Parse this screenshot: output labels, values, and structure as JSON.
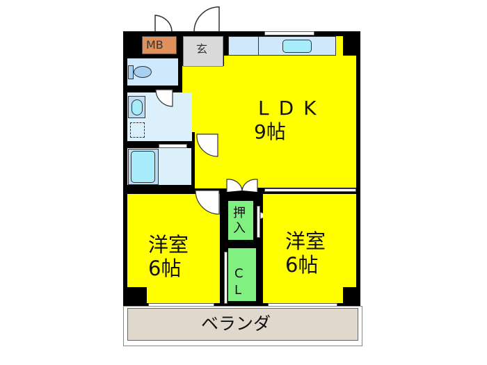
{
  "floor_plan": {
    "rooms": {
      "mb": {
        "label": "MB",
        "color": "#e0905a"
      },
      "entrance": {
        "label": "玄",
        "color": "#d9d9d9"
      },
      "ldk": {
        "label": "LDK",
        "area": "9帖",
        "color": "#ffff00"
      },
      "western_room_left": {
        "label": "洋室",
        "area": "6帖",
        "color": "#ffff00"
      },
      "western_room_right": {
        "label": "洋室",
        "area": "6帖",
        "color": "#ffff00"
      },
      "oshiire": {
        "label": "押\n入",
        "color": "#80f080"
      },
      "closet": {
        "label": "C\nL",
        "color": "#80f080"
      },
      "veranda": {
        "label": "ベランダ",
        "color": "#e0d8cc"
      },
      "toilet": {
        "color": "#cfe8fb"
      },
      "washroom": {
        "color": "#dcf0fc"
      },
      "bathroom": {
        "color": "#cfe8fb"
      },
      "kitchen": {
        "color": "#cfe8fb"
      }
    },
    "colors": {
      "wall": "#000000",
      "living": "#ffff00",
      "storage": "#80f080",
      "wet_area": "#cfe8fb",
      "fixture": "#a8ecfb"
    }
  }
}
